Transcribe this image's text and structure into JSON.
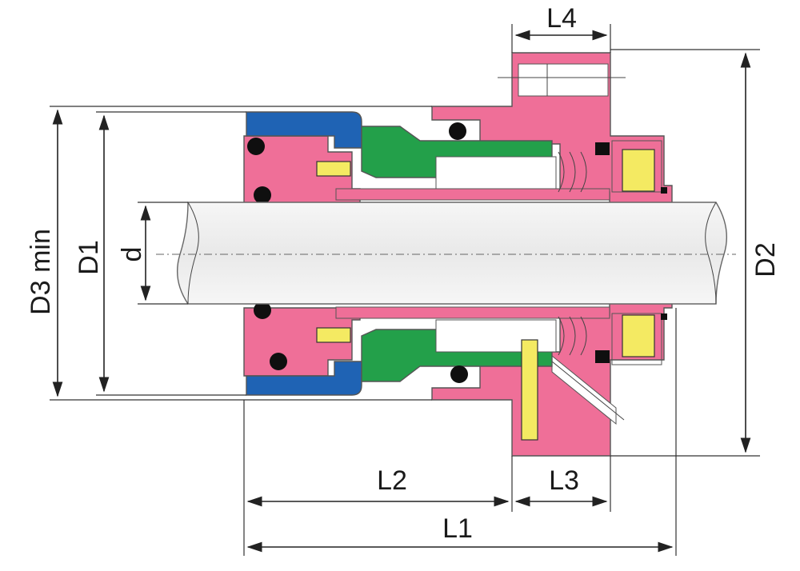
{
  "labels": {
    "d3min": "D3 min",
    "d1": "D1",
    "d": "d",
    "d2": "D2",
    "l1": "L1",
    "l2": "L2",
    "l3": "L3",
    "l4": "L4"
  },
  "colors": {
    "pink": "#ef6f98",
    "blue": "#1f63b4",
    "green": "#23a04a",
    "yellow": "#f4ea62",
    "shaft": "#eeeeee",
    "outline": "#333333",
    "background": "#ffffff"
  }
}
